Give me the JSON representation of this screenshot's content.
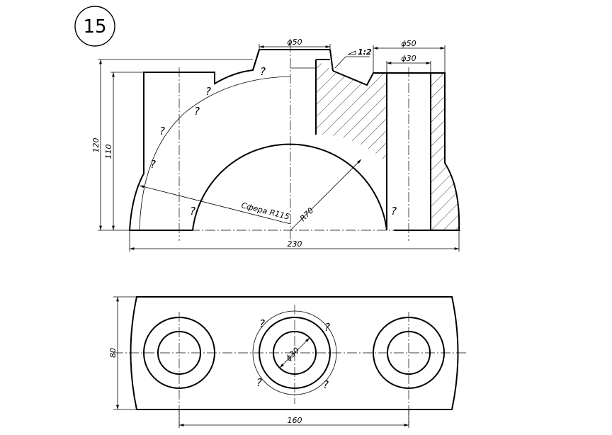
{
  "task_number": "15",
  "front_view": {
    "dims": {
      "top_hole_dia": "ϕ50",
      "taper": "1:2",
      "right_outer_dia": "ϕ50",
      "right_inner_dia": "ϕ30",
      "height_outer": "120",
      "height_inner": "110",
      "sphere_radius": "Сфера R115",
      "inner_radius": "R70",
      "overall_length": "230"
    },
    "question_marks": [
      "?",
      "?",
      "?",
      "?",
      "?",
      "?",
      "?"
    ]
  },
  "top_view": {
    "dims": {
      "width": "80",
      "center_hole_dia": "ϕ30",
      "hole_spacing": "160"
    },
    "question_marks": [
      "?",
      "?",
      "?",
      "?"
    ]
  }
}
